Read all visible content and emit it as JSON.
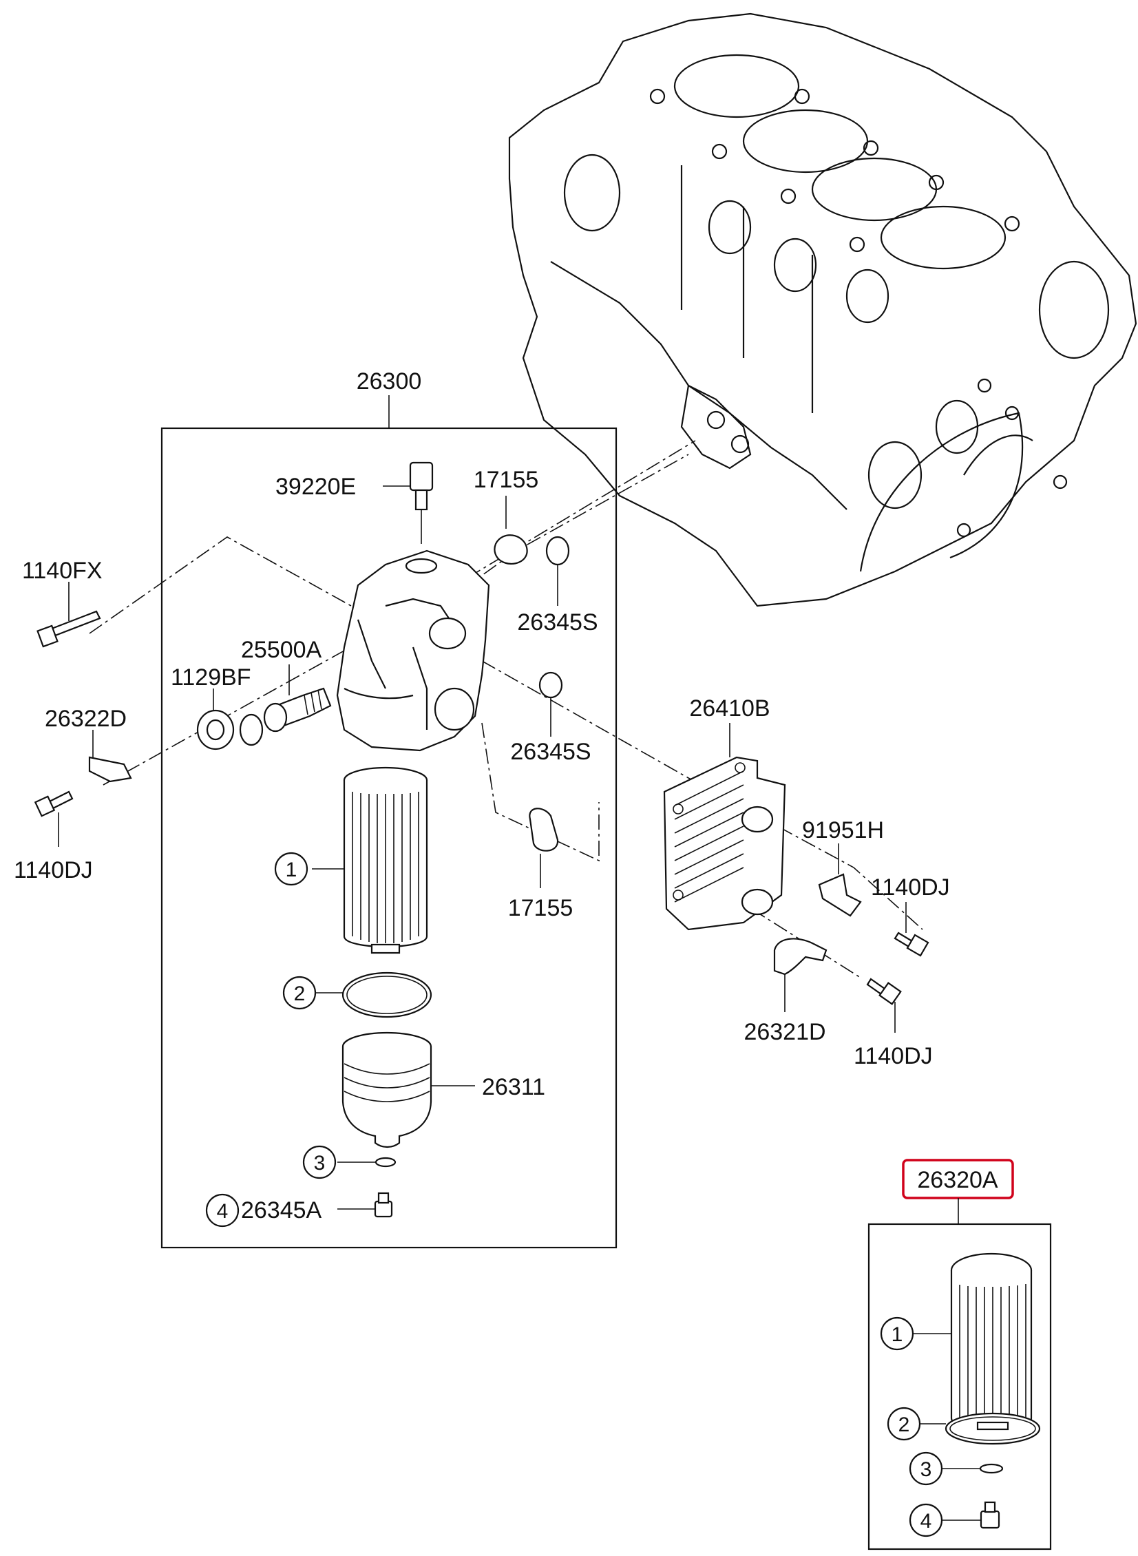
{
  "labels": {
    "p26300": "26300",
    "p39220E": "39220E",
    "p17155_top": "17155",
    "p1140FX": "1140FX",
    "p26345S_top": "26345S",
    "p25500A": "25500A",
    "p1129BF": "1129BF",
    "p26322D": "26322D",
    "p26345S_mid": "26345S",
    "p26410B": "26410B",
    "p1140DJ_left": "1140DJ",
    "p17155_bottom": "17155",
    "p91951H": "91951H",
    "p1140DJ_right1": "1140DJ",
    "p26321D": "26321D",
    "p1140DJ_right2": "1140DJ",
    "p26311": "26311",
    "p26345A": "26345A",
    "p26320A": "26320A"
  },
  "callouts": {
    "c1": "1",
    "c2": "2",
    "c3": "3",
    "c4": "4",
    "k1": "1",
    "k2": "2",
    "k3": "3",
    "k4": "4"
  },
  "highlight_color": "#d0021b"
}
